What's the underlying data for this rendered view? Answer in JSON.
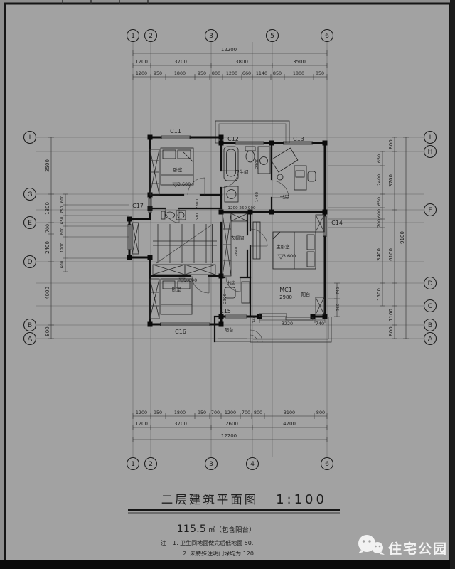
{
  "title": {
    "name": "二层建筑平面图",
    "scale": "1:100"
  },
  "summary": {
    "area_value": "115.5",
    "area_suffix": "㎡（包含阳台）",
    "note_mark": "注",
    "note1": "1. 卫生间地面做完后低地面 50.",
    "note2": "2. 未特殊注明门垛均为 120."
  },
  "watermark": {
    "text": "住宅公园"
  },
  "grid": {
    "top": [
      "1",
      "2",
      "3",
      "5",
      "6"
    ],
    "bottom": [
      "1",
      "2",
      "3",
      "4",
      "6"
    ],
    "left": [
      "I",
      "G",
      "E",
      "D",
      "B",
      "A"
    ],
    "right": [
      "I",
      "H",
      "F",
      "D",
      "C",
      "B",
      "A"
    ]
  },
  "dims": {
    "top_total": "12200",
    "top_major": [
      "1200",
      "3700",
      "3800",
      "3500"
    ],
    "top_fine": [
      "1200",
      "950",
      "1800",
      "950",
      "800",
      "1200",
      "660",
      "1140",
      "850",
      "1800",
      "850"
    ],
    "bottom_total": "12200",
    "bottom_major": [
      "1200",
      "3700",
      "2600",
      "4700"
    ],
    "bottom_fine": [
      "1200",
      "950",
      "1800",
      "950",
      "700",
      "1200",
      "700",
      "800",
      "3100",
      "800"
    ],
    "left_major": [
      "3500",
      "1800",
      "700",
      "2400",
      "4000",
      "800"
    ],
    "left_fine": [
      "600",
      "750",
      "650",
      "800",
      "1200",
      "600"
    ],
    "right_fine": [
      "650",
      "2400",
      "650",
      "600",
      "700",
      "3400",
      "1500"
    ],
    "right_major": [
      "800",
      "3700",
      "6100",
      "1100",
      "800"
    ],
    "right_total": "9100",
    "inner": {
      "hall_chain": "1200 250 900",
      "stair_a": "2300",
      "stair_b": "670",
      "study_a": "2300",
      "study_b": "1400",
      "cloak": "2640",
      "study2": "2300",
      "balcony_w": "3220",
      "balcony_s": "740",
      "balcony_side": "740",
      "right_a": "740",
      "right_b": "760",
      "mc1_width": "2980"
    }
  },
  "labels": {
    "c11": "C11",
    "c12": "C12",
    "c13": "C13",
    "c14": "C14",
    "c15": "C15",
    "c16": "C16",
    "c17": "C17",
    "mc1": "MC1"
  },
  "rooms": {
    "bedroom1": "卧室",
    "bath": "卫生间",
    "study": "书房",
    "cloak": "衣帽间",
    "master": "主卧室",
    "bedroom2": "卧室",
    "study2": "书房",
    "balcony1": "阳台",
    "balcony2": "阳台",
    "level": "3.600"
  }
}
